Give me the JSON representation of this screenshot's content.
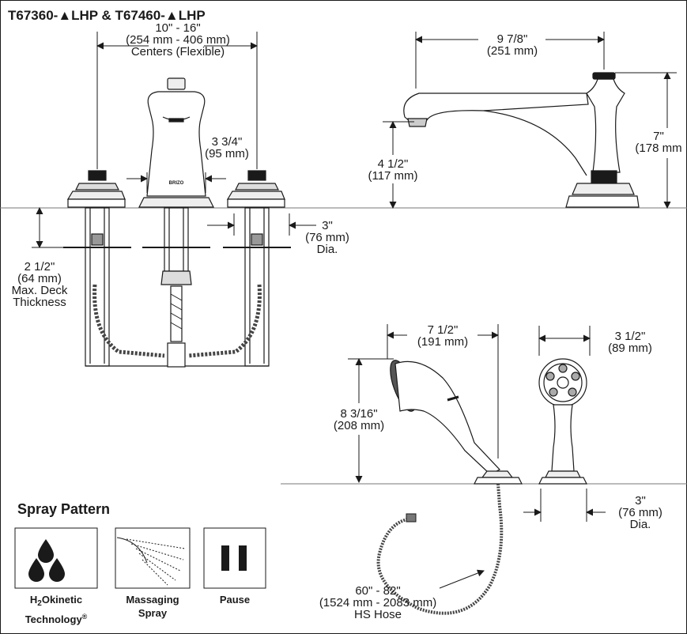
{
  "title": "T67360-▲LHP & T67460-▲LHP",
  "dims": {
    "centers": {
      "line1": "10\" - 16\"",
      "line2": "(254 mm - 406 mm)",
      "line3": "Centers (Flexible)"
    },
    "spout_reach": {
      "line1": "9 7/8\"",
      "line2": "(251 mm)"
    },
    "height_7": {
      "line1": "7\"",
      "line2": "(178 mm"
    },
    "handle_width": {
      "line1": "3 3/4\"",
      "line2": "(95 mm)"
    },
    "spout_height": {
      "line1": "4 1/2\"",
      "line2": "(117 mm)"
    },
    "escutcheon_dia": {
      "line1": "3\"",
      "line2": "(76 mm)",
      "line3": "Dia."
    },
    "deck": {
      "line1": "2 1/2\"",
      "line2": "(64 mm)",
      "line3": "Max. Deck",
      "line4": "Thickness"
    },
    "handshower_reach": {
      "line1": "7 1/2\"",
      "line2": "(191 mm)"
    },
    "handshower_width": {
      "line1": "3 1/2\"",
      "line2": "(89 mm)"
    },
    "handshower_height": {
      "line1": "8 3/16\"",
      "line2": "(208 mm)"
    },
    "holder_dia": {
      "line1": "3\"",
      "line2": "(76 mm)",
      "line3": "Dia."
    },
    "hose": {
      "line1": "60\" - 82\"",
      "line2": "(1524 mm - 2083 mm)",
      "line3": "HS Hose"
    }
  },
  "spray": {
    "heading": "Spray Pattern",
    "items": [
      {
        "line1_pre": "H",
        "line1_sub": "2",
        "line1_post": "Okinetic",
        "line2": "Technology",
        "line2_sup": "®"
      },
      {
        "line1": "Massaging",
        "line2": "Spray"
      },
      {
        "line1": "Pause"
      }
    ]
  },
  "brand_mark": "BRIZO"
}
